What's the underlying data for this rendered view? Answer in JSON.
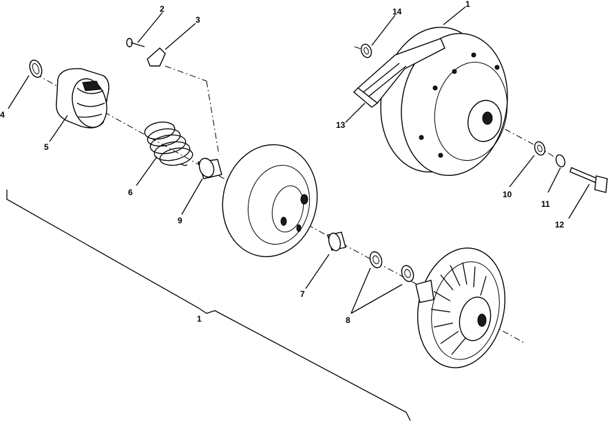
{
  "diagram": {
    "callouts": {
      "c1_top": "1",
      "c1_bottom": "1",
      "c2": "2",
      "c3": "3",
      "c4": "4",
      "c5": "5",
      "c6": "6",
      "c7": "7",
      "c8": "8",
      "c9": "9",
      "c10": "10",
      "c11": "11",
      "c12": "12",
      "c13": "13",
      "c14": "14"
    }
  }
}
